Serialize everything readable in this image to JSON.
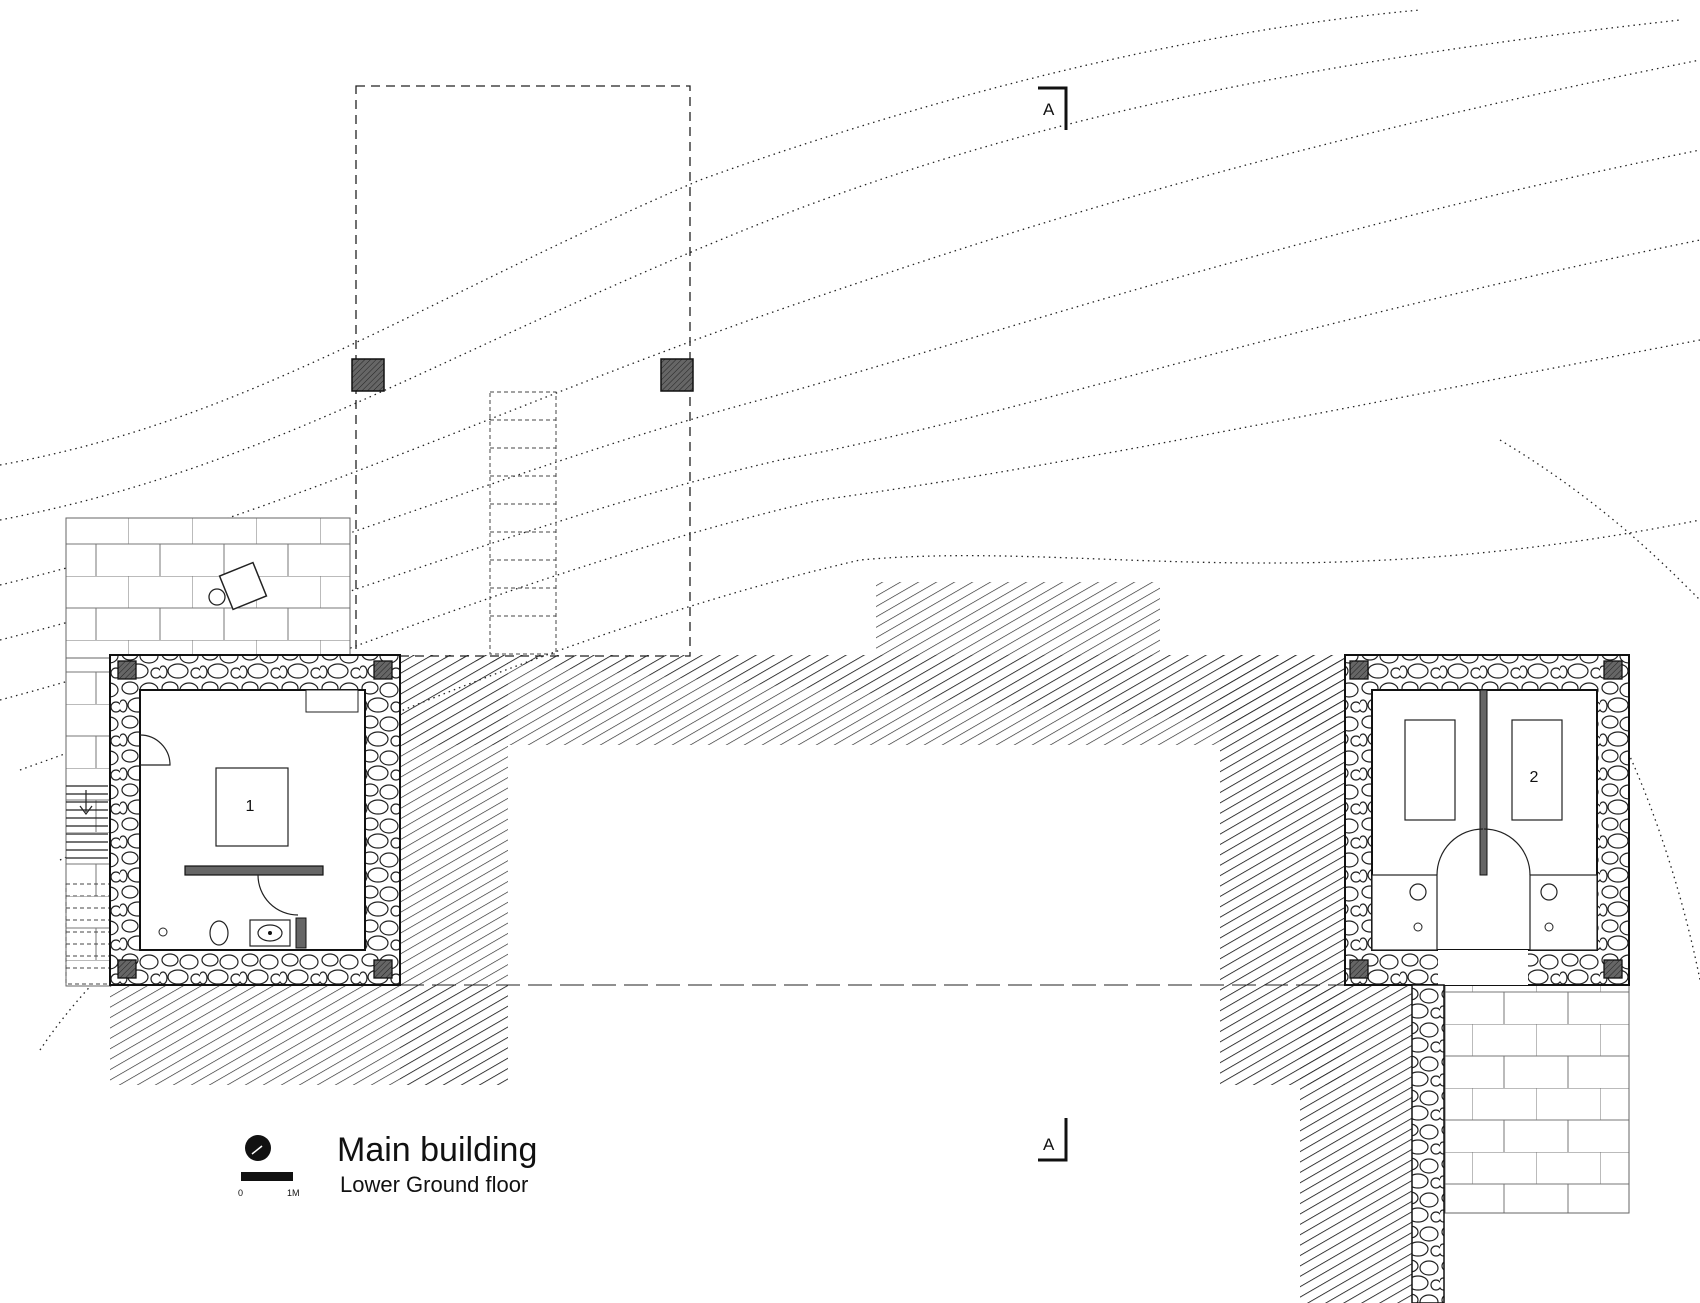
{
  "title": "Main building",
  "subtitle": "Lower Ground floor",
  "scale_bar": {
    "start_label": "0",
    "end_label": "1M"
  },
  "section_marker": {
    "top_label": "A",
    "bottom_label": "A"
  },
  "rooms": [
    {
      "label": "1"
    },
    {
      "label": "2"
    }
  ],
  "colors": {
    "line": "#111111",
    "hatch": "#222222",
    "fill_dark": "#555555"
  }
}
